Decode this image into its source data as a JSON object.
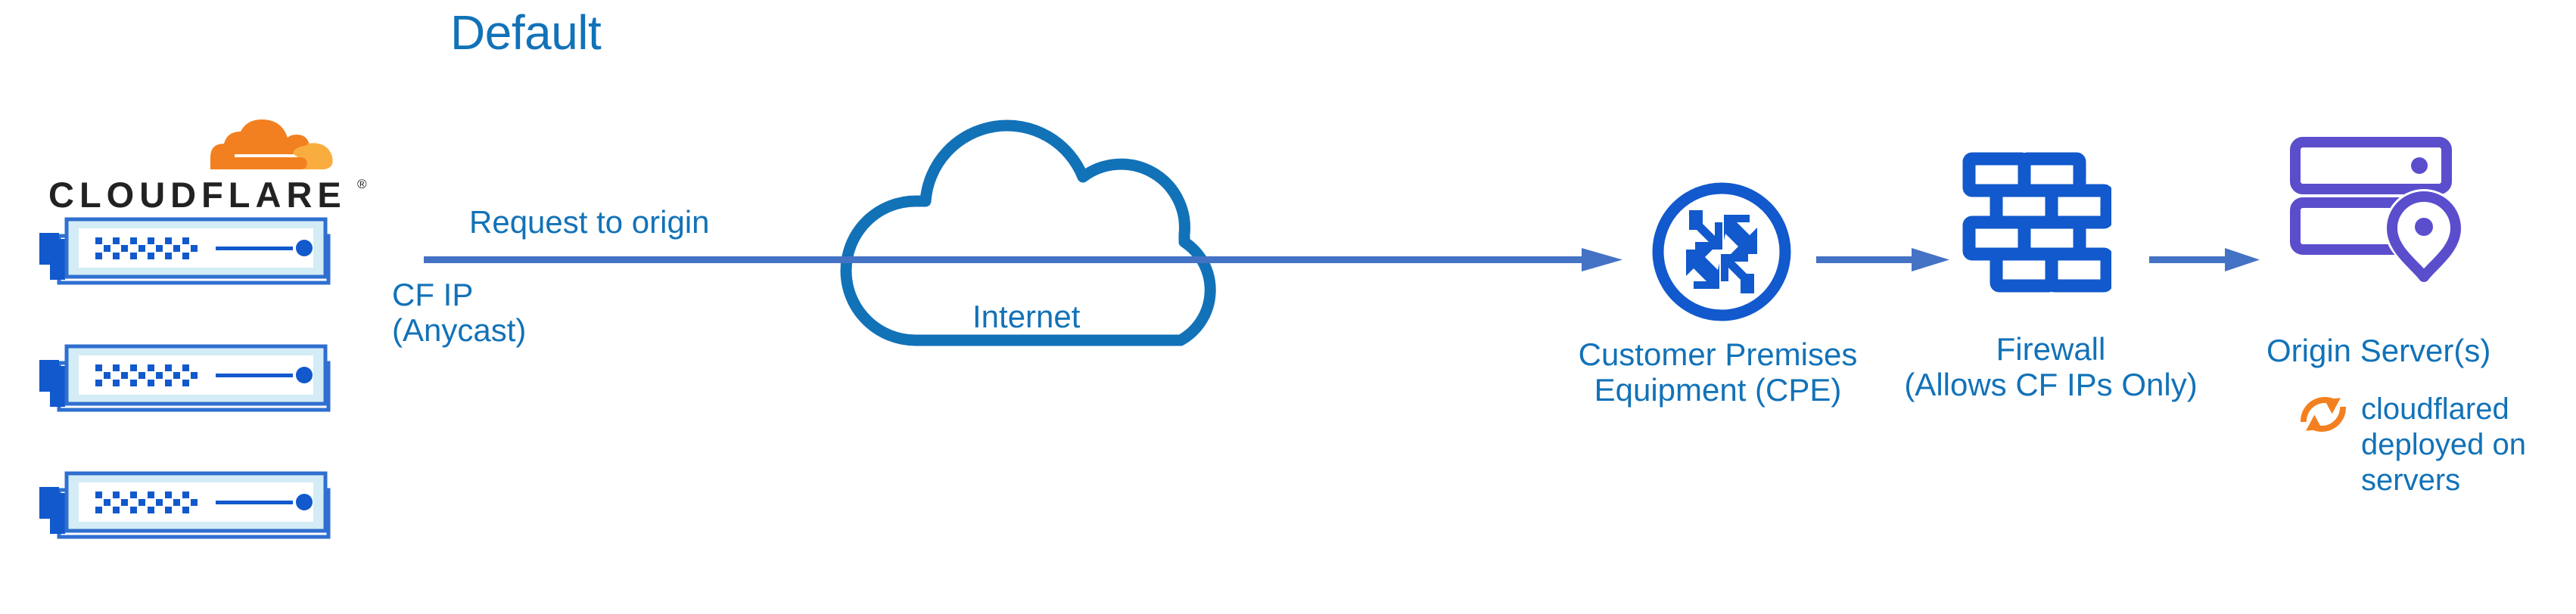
{
  "diagram": {
    "title": "Default",
    "type": "network-architecture-diagram",
    "background_color": "#ffffff"
  },
  "colors": {
    "title_blue": "#1272b8",
    "label_blue": "#1272b8",
    "arrow_blue": "#4472c4",
    "cloud_outline_blue": "#1272b8",
    "icon_blue": "#1159cc",
    "server_fill_light": "#d3ecf5",
    "origin_purple": "#5b4ecc",
    "cloudflare_orange": "#f38020",
    "cloudflare_orange_light": "#faad3f",
    "wordmark_black": "#222222"
  },
  "brand": {
    "wordmark": "CLOUDFLARE",
    "registered_mark": "®",
    "logo_icon": "cloudflare-cloud-logo"
  },
  "edge_nodes": {
    "icon": "server-appliance-icon",
    "count": 3,
    "items": [
      {
        "index": 1
      },
      {
        "index": 2
      },
      {
        "index": 3
      }
    ]
  },
  "labels": {
    "request_to_origin": "Request to origin",
    "cf_ip_line1": "CF IP",
    "cf_ip_line2": "(Anycast)",
    "internet": "Internet",
    "cpe_line1": "Customer Premises",
    "cpe_line2": "Equipment (CPE)",
    "firewall_line1": "Firewall",
    "firewall_line2": "(Allows CF IPs Only)",
    "origin_server": "Origin Server(s)",
    "cloudflared_line1": "cloudflared",
    "cloudflared_line2": "deployed on",
    "cloudflared_line3": "servers"
  },
  "nodes": [
    {
      "id": "cloudflare-edge",
      "label": "CLOUDFLARE",
      "icon": "server-appliance-icon",
      "sublabel": "CF IP (Anycast)"
    },
    {
      "id": "internet",
      "label": "Internet",
      "icon": "cloud-outline-icon"
    },
    {
      "id": "cpe",
      "label": "Customer Premises Equipment (CPE)",
      "icon": "router-four-arrows-icon"
    },
    {
      "id": "firewall",
      "label": "Firewall (Allows CF IPs Only)",
      "icon": "brick-wall-icon"
    },
    {
      "id": "origin-server",
      "label": "Origin Server(s)",
      "icon": "server-rack-location-pin-icon",
      "annotation": "cloudflared deployed on servers",
      "annotation_icon": "sync-circular-arrows-icon"
    }
  ],
  "connections": [
    {
      "from": "cloudflare-edge",
      "to": "cpe",
      "label": "Request to origin",
      "style": "solid-arrow"
    },
    {
      "from": "cpe",
      "to": "firewall",
      "label": "",
      "style": "solid-arrow"
    },
    {
      "from": "firewall",
      "to": "origin-server",
      "label": "",
      "style": "solid-arrow"
    }
  ]
}
